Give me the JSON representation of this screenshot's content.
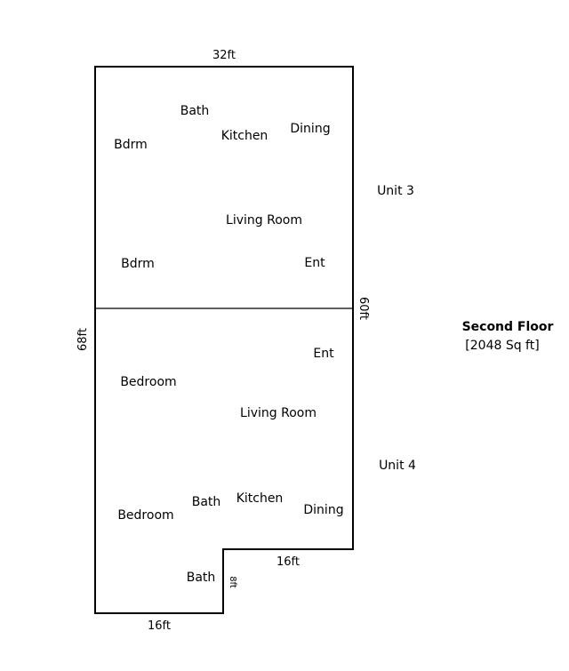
{
  "floor": {
    "title": "Second Floor",
    "area": "[2048 Sq ft]"
  },
  "dimensions": {
    "top_width": "32ft",
    "left_height": "68ft",
    "right_height": "60ft",
    "notch_width": "16ft",
    "notch_depth": "8ft",
    "bottom_width": "16ft"
  },
  "units": {
    "unit3": {
      "label": "Unit 3",
      "rooms": {
        "bath": "Bath",
        "kitchen": "Kitchen",
        "dining": "Dining",
        "bedroom_upper": "Bdrm",
        "living_room": "Living Room",
        "bedroom_lower": "Bdrm",
        "entrance": "Ent"
      }
    },
    "unit4": {
      "label": "Unit 4",
      "rooms": {
        "entrance": "Ent",
        "bedroom_upper": "Bedroom",
        "living_room": "Living Room",
        "bath_upper": "Bath",
        "kitchen": "Kitchen",
        "dining": "Dining",
        "bedroom_lower": "Bedroom",
        "bath_lower": "Bath"
      }
    }
  }
}
